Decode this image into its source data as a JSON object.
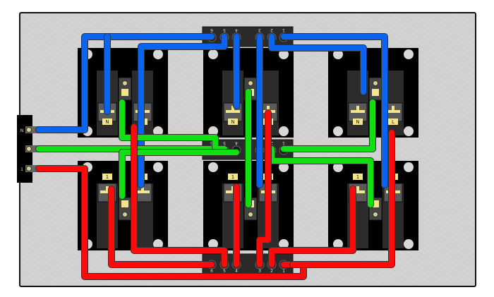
{
  "title": "Wiring diagram: 6 switch modules with 3 terminal blocks",
  "colors": {
    "neutral": "#0a64f0",
    "earth": "#10e010",
    "live": "#ff0a0a",
    "panel": "#d4d4d4",
    "module": "#000000"
  },
  "left_terminal": {
    "labels": [
      "N",
      "",
      "1"
    ]
  },
  "terminal_blocks": {
    "top": {
      "pins": [
        "6",
        "5",
        "4",
        "3",
        "2",
        "1"
      ]
    },
    "middle": {
      "pins": [
        "6",
        "5",
        "4",
        "3",
        "2",
        "1"
      ]
    },
    "bottom": {
      "pins": [
        "6",
        "5",
        "4",
        "3",
        "2",
        "1"
      ]
    }
  },
  "modules": {
    "top_row": {
      "left_label": "N",
      "right_label": "L"
    },
    "bottom_row": {
      "left_label": "1",
      "right_label": "N"
    }
  }
}
